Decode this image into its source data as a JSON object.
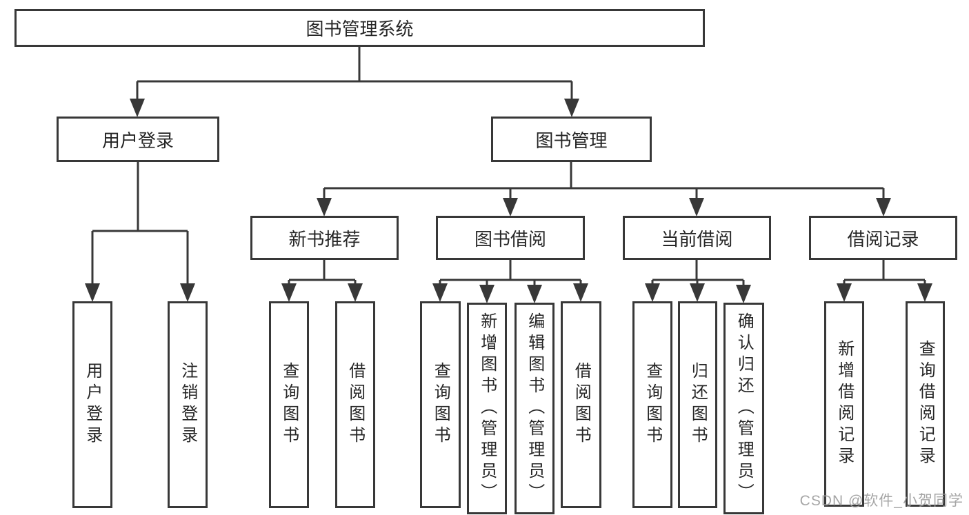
{
  "colors": {
    "line": "#383838",
    "text": "#262626",
    "box_bg": "#ffffff",
    "watermark": "#9e9e9e"
  },
  "tree": {
    "label": "图书管理系统",
    "children": [
      {
        "label": "用户登录",
        "children": [
          {
            "label": "用户登录"
          },
          {
            "label": "注销登录"
          }
        ]
      },
      {
        "label": "图书管理",
        "children": [
          {
            "label": "新书推荐",
            "children": [
              {
                "label": "查询图书"
              },
              {
                "label": "借阅图书"
              }
            ]
          },
          {
            "label": "图书借阅",
            "children": [
              {
                "label": "查询图书"
              },
              {
                "label": "新增图书（管理员）"
              },
              {
                "label": "编辑图书（管理员）"
              },
              {
                "label": "借阅图书"
              }
            ]
          },
          {
            "label": "当前借阅",
            "children": [
              {
                "label": "查询图书"
              },
              {
                "label": "归还图书"
              },
              {
                "label": "确认归还（管理员）"
              }
            ]
          },
          {
            "label": "借阅记录",
            "children": [
              {
                "label": "新增借阅记录"
              },
              {
                "label": "查询借阅记录"
              }
            ]
          }
        ]
      }
    ]
  },
  "watermark": {
    "text": "CSDN @软件_小贺同学"
  }
}
